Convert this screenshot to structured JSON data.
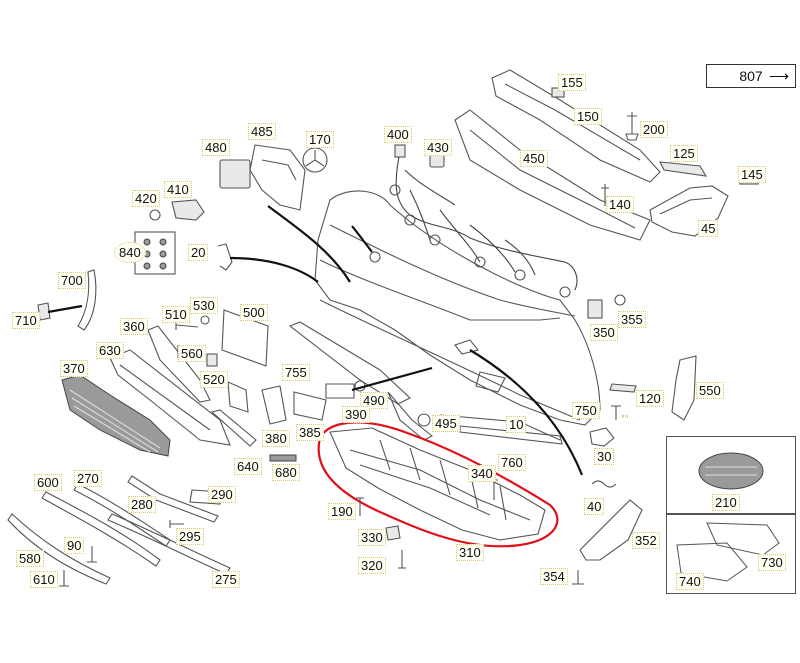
{
  "reference_label": "807",
  "callouts": {
    "c10": "10",
    "c20": "20",
    "c30": "30",
    "c40": "40",
    "c45": "45",
    "c90": "90",
    "c120": "120",
    "c125": "125",
    "c140": "140",
    "c145": "145",
    "c150": "150",
    "c155": "155",
    "c170": "170",
    "c190": "190",
    "c200": "200",
    "c210": "210",
    "c270": "270",
    "c275": "275",
    "c280": "280",
    "c290": "290",
    "c295": "295",
    "c310": "310",
    "c320": "320",
    "c330": "330",
    "c340": "340",
    "c350": "350",
    "c352": "352",
    "c354": "354",
    "c355": "355",
    "c360": "360",
    "c370": "370",
    "c380": "380",
    "c385": "385",
    "c390": "390",
    "c400": "400",
    "c410": "410",
    "c420": "420",
    "c430": "430",
    "c450": "450",
    "c480": "480",
    "c485": "485",
    "c490": "490",
    "c495": "495",
    "c500": "500",
    "c510": "510",
    "c520": "520",
    "c530": "530",
    "c550": "550",
    "c560": "560",
    "c580": "580",
    "c600": "600",
    "c610": "610",
    "c630": "630",
    "c640": "640",
    "c680": "680",
    "c700": "700",
    "c710": "710",
    "c730": "730",
    "c740": "740",
    "c750": "750",
    "c755": "755",
    "c760": "760",
    "c840": "840"
  },
  "highlight": {
    "color": "#e0101a",
    "part": "310"
  }
}
